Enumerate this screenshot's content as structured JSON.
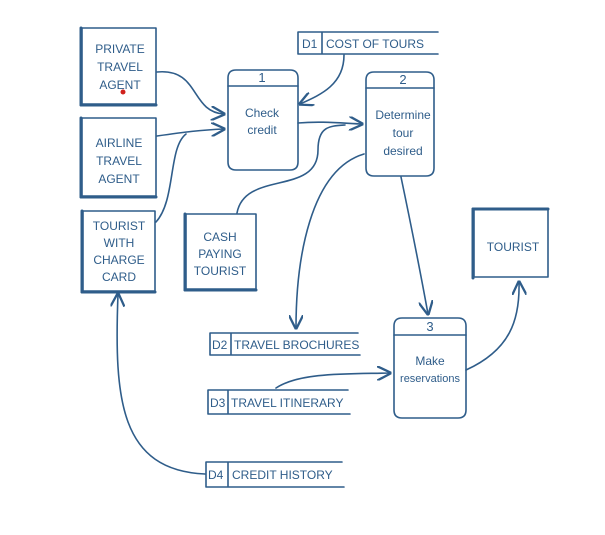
{
  "entities": {
    "private_travel_agent": [
      "PRIVATE",
      "TRAVEL",
      "AGENT"
    ],
    "airline_travel_agent": [
      "AIRLINE",
      "TRAVEL",
      "AGENT"
    ],
    "tourist_with_charge_card": [
      "TOURIST",
      "WITH",
      "CHARGE",
      "CARD"
    ],
    "cash_paying_tourist": [
      "CASH",
      "PAYING",
      "TOURIST"
    ],
    "tourist": [
      "TOURIST"
    ]
  },
  "processes": {
    "p1": {
      "number": "1",
      "lines": [
        "Check",
        "credit"
      ]
    },
    "p2": {
      "number": "2",
      "lines": [
        "Determine",
        "tour",
        "desired"
      ]
    },
    "p3": {
      "number": "3",
      "lines": [
        "Make",
        "reservations"
      ]
    }
  },
  "stores": {
    "d1": {
      "id": "D1",
      "name": "COST OF TOURS"
    },
    "d2": {
      "id": "D2",
      "name": "TRAVEL BROCHURES"
    },
    "d3": {
      "id": "D3",
      "name": "TRAVEL ITINERARY"
    },
    "d4": {
      "id": "D4",
      "name": "CREDIT HISTORY"
    }
  },
  "colors": {
    "ink": "#2f5d8a",
    "marker": "#d0211c"
  }
}
